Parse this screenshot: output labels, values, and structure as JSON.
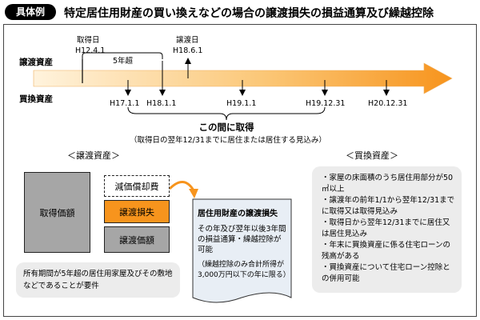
{
  "header": {
    "badge": "具体例",
    "title": "特定居住用財産の買い換えなどの場合の譲渡損失の損益通算及び繰越控除"
  },
  "timeline": {
    "row_labels": {
      "transfer": "譲渡資産",
      "replacement": "買換資産"
    },
    "acquisition_label": "取得日",
    "acquisition_date": "H12.4.1",
    "transfer_label": "譲渡日",
    "transfer_date": "H18.6.1",
    "five_year_label": "5年超",
    "lower_dates": [
      "H17.1.1",
      "H18.1.1",
      "H19.1.1",
      "H19.12.31",
      "H20.12.31"
    ],
    "acquire_between": "この間に取得",
    "acquire_note": "（取得日の翌年12/31までに居住または居住する見込み）"
  },
  "transfer_asset": {
    "heading": "＜譲渡資産＞",
    "acquisition_price": "取得価額",
    "depreciation": "減価償却費",
    "transfer_loss": "譲渡損失",
    "transfer_price": "譲渡価額",
    "requirement": "所有期間が5年超の居住用家屋及びその敷地などであることが要件"
  },
  "loss_note": {
    "title": "居住用財産の譲渡損失",
    "body": "その年及び翌年以後3年間の損益通算・繰越控除が可能",
    "note": "（繰越控除のみ合計所得が3,000万円以下の年に限る）"
  },
  "replacement_asset": {
    "heading": "＜買換資産＞",
    "items": [
      "家屋の床面積のうち居住用部分が50㎡以上",
      "譲渡年の前年1/1から翌年12/31までに取得又は取得見込み",
      "取得日から翌年12/31までに居住又は居住見込み",
      "年末に買換資産に係る住宅ローンの残高がある",
      "買換資産について住宅ローン控除との併用可能"
    ]
  },
  "colors": {
    "accent": "#f7941d",
    "bar_light": "#fde9c8",
    "block_gray": "#a6a6a6",
    "fill_light": "#e8e8e8"
  }
}
